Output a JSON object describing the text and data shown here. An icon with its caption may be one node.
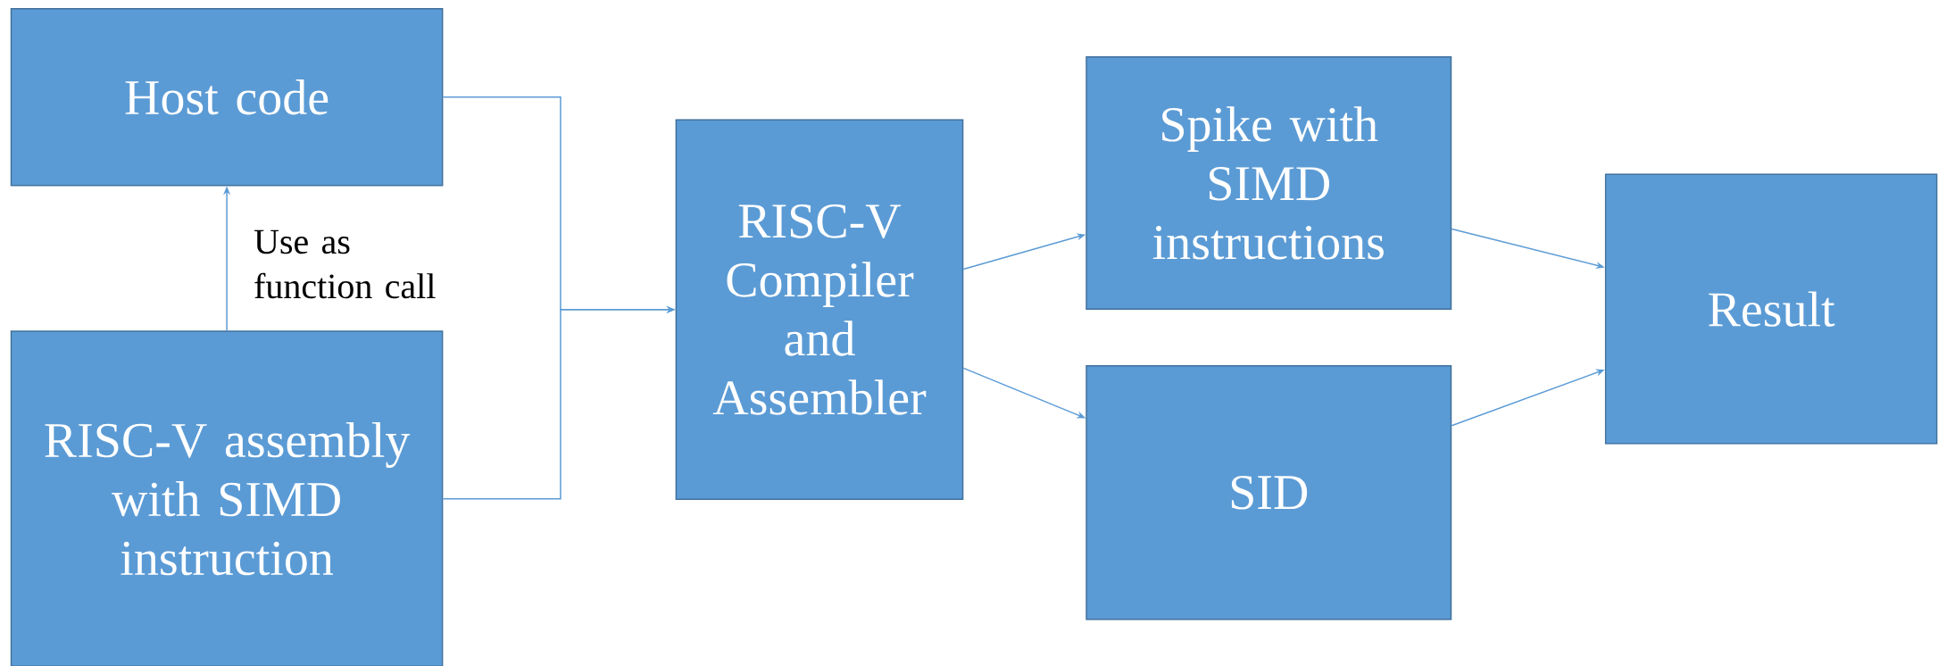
{
  "diagram": {
    "nodes": [
      {
        "text": [
          "Host code"
        ]
      },
      {
        "text": [
          "RISC-V assembly with SIMD instruction"
        ]
      },
      {
        "text": [
          "RISC-V Compiler and Assembler"
        ]
      },
      {
        "text": [
          "Spike with SIMD instructions"
        ]
      },
      {
        "text": [
          "SID"
        ]
      },
      {
        "text": [
          "Result"
        ]
      }
    ],
    "edges": [
      {
        "from": 1,
        "to": 0,
        "arrow": "to",
        "label": "Use as function call"
      },
      {
        "from": 0,
        "to": 2,
        "arrow": "to"
      },
      {
        "from": 1,
        "to": 2,
        "arrow": "to"
      },
      {
        "from": 2,
        "to": 3,
        "arrow": "to"
      },
      {
        "from": 2,
        "to": 4,
        "arrow": "to"
      },
      {
        "from": 3,
        "to": 5,
        "arrow": "to"
      },
      {
        "from": 4,
        "to": 5,
        "arrow": "to"
      }
    ]
  }
}
